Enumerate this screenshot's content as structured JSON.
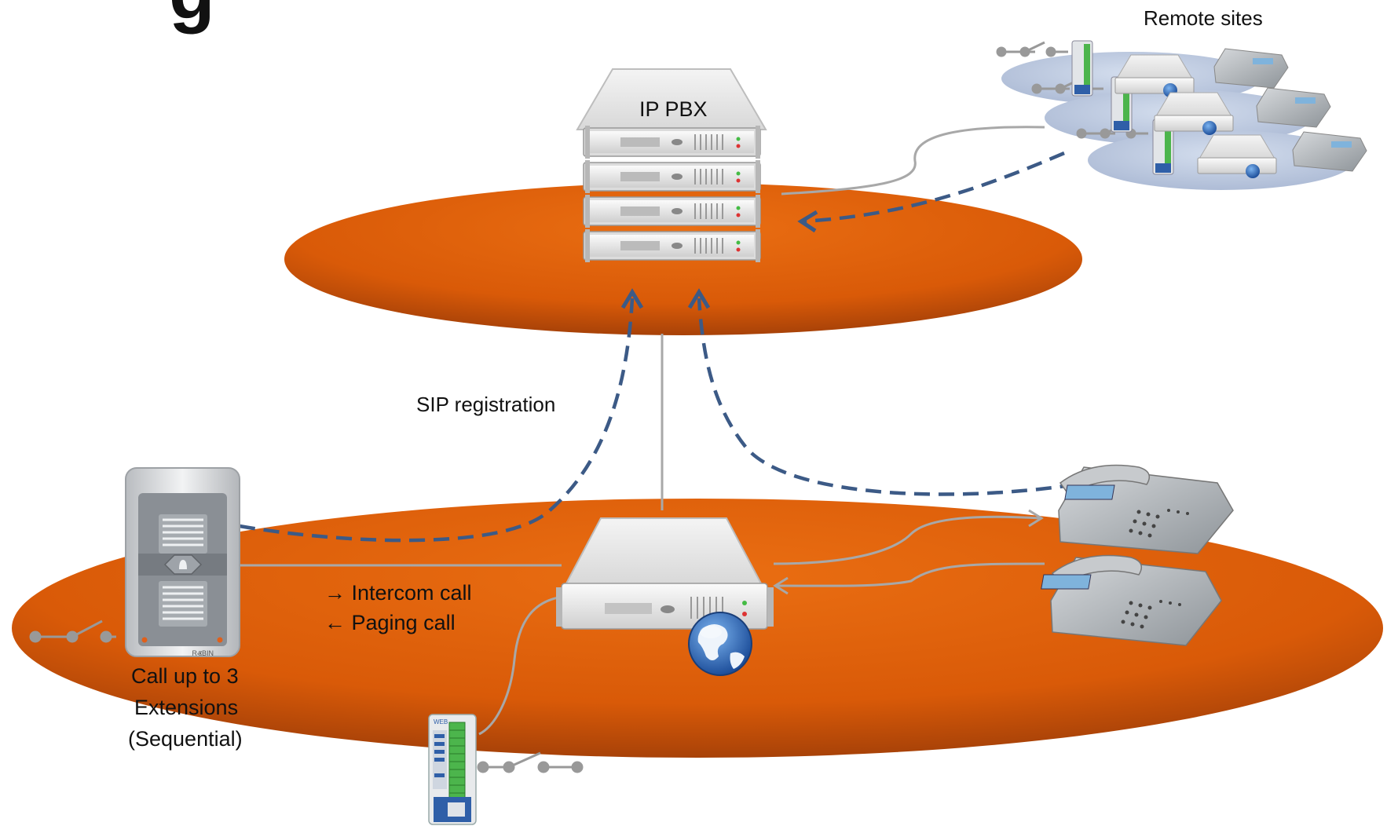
{
  "title_fragment": "g",
  "labels": {
    "remote_sites": "Remote sites",
    "ip_pbx": "IP PBX",
    "sip_registration": "SIP registration",
    "intercom_call": "→  Intercom call",
    "paging_call": "←  Paging call",
    "call_up_line1": "Call up to 3",
    "call_up_line2": "Extensions",
    "call_up_line3": "(Sequential)"
  },
  "device_text": {
    "intercom_brand": "RⰟBIN",
    "relay_brand": "WEB"
  },
  "colors": {
    "network_orange": "#e0600a",
    "network_orange_dark": "#a84208",
    "remote_site_blue": "#bccae0",
    "dashed_blue": "#3c5a86",
    "wire_gray": "#a8a8a8",
    "server_gray": "#e8e8e8",
    "globe_blue": "#2a6cc4"
  },
  "icons": [
    "server-stack-icon",
    "server-icon",
    "globe-icon",
    "phone-icon",
    "intercom-icon",
    "relay-module-icon",
    "switch-icon"
  ]
}
